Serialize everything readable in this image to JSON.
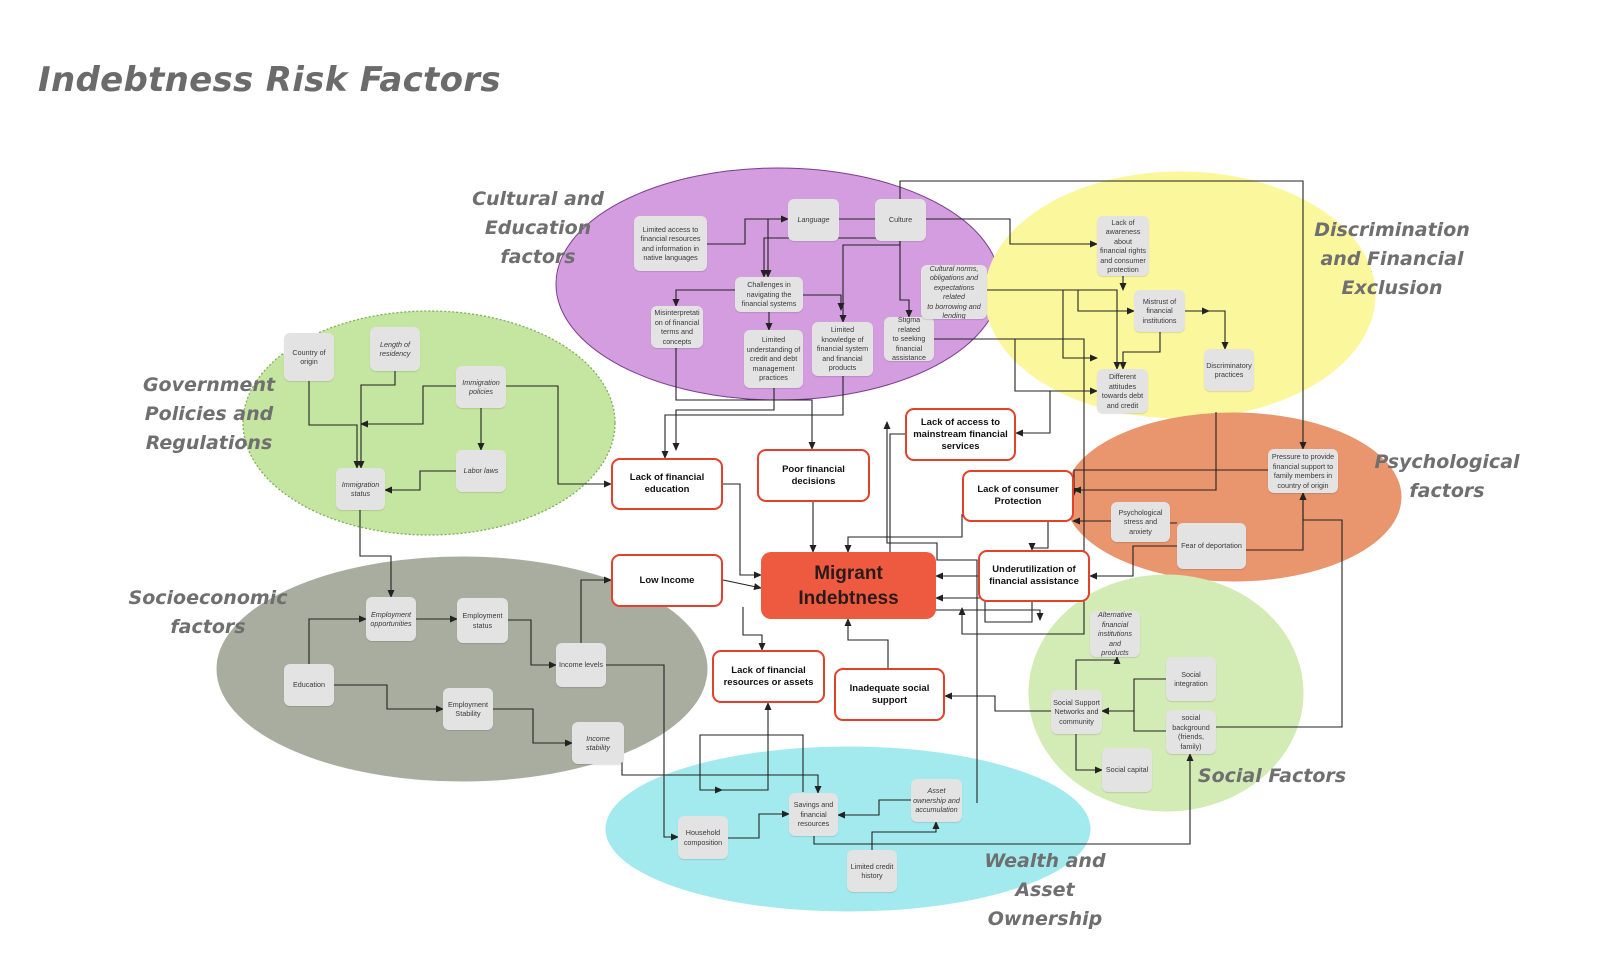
{
  "title": "Indebtness Risk Factors",
  "clusters": [
    {
      "id": "cultural",
      "label": "Cultural and\nEducation\nfactors",
      "color": "#d39de0",
      "border": "#7a3d8e"
    },
    {
      "id": "discrimination",
      "label": "Discrimination\nand Financial\nExclusion",
      "color": "#fbf79c",
      "border": "#fbf79c"
    },
    {
      "id": "government",
      "label": "Government\nPolicies and\nRegulations",
      "color": "#c5e6a0",
      "border": "#7fae5a"
    },
    {
      "id": "psychological",
      "label": "Psychological\nfactors",
      "color": "#e9956e",
      "border": "#e9956e"
    },
    {
      "id": "socioeconomic",
      "label": "Socioeconomic\nfactors",
      "color": "#a9ada0",
      "border": "#a9ada0"
    },
    {
      "id": "social",
      "label": "Social Factors",
      "color": "#d3ebb4",
      "border": "#d3ebb4"
    },
    {
      "id": "wealth",
      "label": "Wealth and\nAsset\nOwnership",
      "color": "#a3eaef",
      "border": "#a3eaef"
    }
  ],
  "nodes": {
    "central": {
      "text": "Migrant\nIndebtness"
    },
    "key_fin_edu": {
      "text": "Lack of financial\neducation"
    },
    "key_poor_dec": {
      "text": "Poor financial decisions"
    },
    "key_access": {
      "text": "Lack of access to\nmainstream financial\nservices"
    },
    "key_consumer": {
      "text": "Lack of consumer\nProtection"
    },
    "key_underutil": {
      "text": "Underutilization of\nfinancial assistance"
    },
    "key_low_income": {
      "text": "Low Income"
    },
    "key_resources": {
      "text": "Lack of financial\nresources or assets"
    },
    "key_social_support": {
      "text": "Inadequate social\nsupport"
    },
    "limited_access_lang": {
      "text": "Limited access to\nfinancial resources\nand information in\nnative languages"
    },
    "language": {
      "text": "Language"
    },
    "culture": {
      "text": "Culture"
    },
    "challenges": {
      "text": "Challenges in\nnavigating the\nfinancial systems"
    },
    "misinterpretation": {
      "text": "Misinterpretati\non of financial\nterms and\nconcepts"
    },
    "limited_understanding": {
      "text": "Limited\nunderstanding of\ncredit and debt\nmanagement\npractices"
    },
    "limited_knowledge": {
      "text": "Limited\nknowledge of\nfinancial system\nand financial\nproducts"
    },
    "stigma": {
      "text": "Stigma related\nto seeking\nfinancial\nassistance"
    },
    "cultural_norms": {
      "text": "Cultural norms,\nobligations and\nexpectations related\nto borrowing and\nlending"
    },
    "lack_awareness": {
      "text": "Lack of\nawareness\nabout\nfinancial rights\nand consumer\nprotection"
    },
    "mistrust": {
      "text": "Mistrust of\nfinancial\ninstitutions"
    },
    "discriminatory": {
      "text": "Discriminatory\npractices"
    },
    "different_attitudes": {
      "text": "Different\nattitudes\ntowards debt\nand credit"
    },
    "country_origin": {
      "text": "Country of\norigin"
    },
    "length_residency": {
      "text": "Length of\nresidency"
    },
    "immigration_policies": {
      "text": "Immigration\npolicies"
    },
    "labor_laws": {
      "text": "Labor laws"
    },
    "immigration_status": {
      "text": "Immigration\nstatus"
    },
    "pressure_support": {
      "text": "Pressure to provide\nfinancial support to\nfamily members in\ncountry of origin"
    },
    "psych_stress": {
      "text": "Psychological\nstress and\nanxiety"
    },
    "fear_deportation": {
      "text": "Fear of deportation"
    },
    "employment_opps": {
      "text": "Employment\nopportunities"
    },
    "employment_status": {
      "text": "Employment\nstatus"
    },
    "income_levels": {
      "text": "Income levels"
    },
    "education": {
      "text": "Education"
    },
    "employment_stability": {
      "text": "Employment\nStability"
    },
    "income_stability": {
      "text": "Income stability"
    },
    "alt_institutions": {
      "text": "Alternative\nfinancial\ninstitutions and\nproducts"
    },
    "social_integration": {
      "text": "Social\nintegration"
    },
    "social_networks": {
      "text": "Social Support\nNetworks and\ncommunity"
    },
    "social_background": {
      "text": "social\nbackground\n(friends,\nfamily)"
    },
    "social_capital": {
      "text": "Social capital"
    },
    "savings": {
      "text": "Savings and\nfinancial\nresources"
    },
    "asset_ownership": {
      "text": "Asset\nownership and\naccumulation"
    },
    "household": {
      "text": "Household\ncomposition"
    },
    "credit_history": {
      "text": "Limited credit\nhistory"
    }
  }
}
